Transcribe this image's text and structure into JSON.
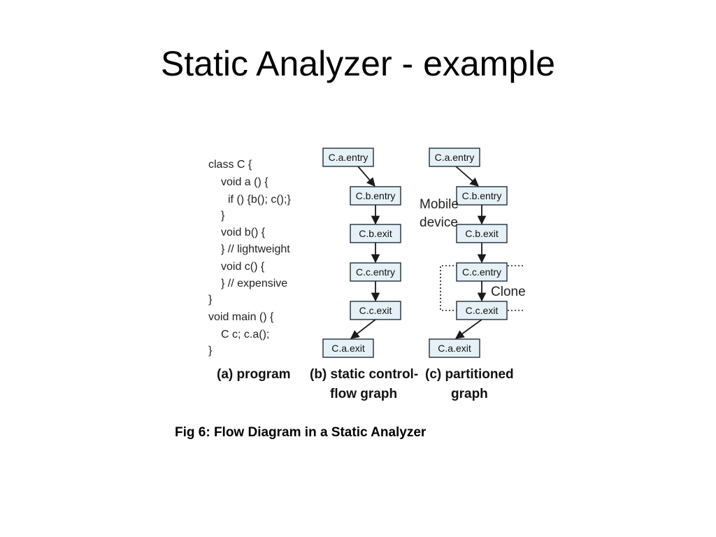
{
  "slide": {
    "title": "Static Analyzer - example",
    "caption": "Fig 6: Flow Diagram in a Static Analyzer"
  },
  "program": {
    "lines": [
      "class C {",
      "void a () {",
      "if () {b(); c();}",
      "}",
      "void b() {",
      "} // lightweight",
      "void c() {",
      "} // expensive",
      "}",
      "void main () {",
      "C c; c.a();",
      "}"
    ]
  },
  "graph_b": {
    "nodes": [
      "C.a.entry",
      "C.b.entry",
      "C.b.exit",
      "C.c.entry",
      "C.c.exit",
      "C.a.exit"
    ]
  },
  "graph_c": {
    "nodes": [
      "C.a.entry",
      "C.b.entry",
      "C.b.exit",
      "C.c.entry",
      "C.c.exit",
      "C.a.exit"
    ],
    "mobile_label": [
      "Mobile",
      "device"
    ],
    "clone_label": "Clone"
  },
  "captions": {
    "a": [
      "(a) program"
    ],
    "b": [
      "(b) static control-",
      "flow graph"
    ],
    "c": [
      "(c) partitioned",
      "graph"
    ]
  }
}
